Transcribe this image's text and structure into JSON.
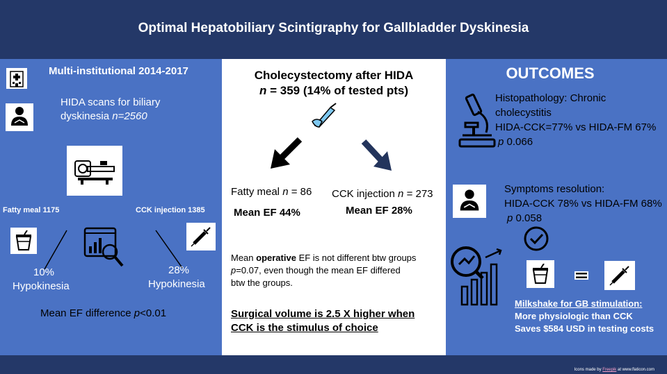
{
  "title": "Optimal Hepatobiliary Scintigraphy for Gallbladder Dyskinesia",
  "left": {
    "heading": "Multi-institutional 2014-2017",
    "scans_line1": "HIDA scans for biliary",
    "scans_line2": "dyskinesia",
    "scans_n": "n=2560",
    "fatty_label": "Fatty meal 1175",
    "cck_label": "CCK injection 1385",
    "fatty_pct": "10%",
    "fatty_hypo": "Hypokinesia",
    "cck_pct": "28%",
    "cck_hypo": "Hypokinesia",
    "diff_prefix": "Mean EF difference ",
    "diff_p": "p",
    "diff_suffix": "<0.01"
  },
  "middle": {
    "heading_line1": "Cholecystectomy after HIDA",
    "heading_n": "n",
    "heading_rest": " = 359 (14% of tested pts)",
    "fatty_prefix": "Fatty meal ",
    "fatty_n": "n",
    "fatty_val": "= 86",
    "cck_prefix": "CCK injection ",
    "cck_n": "n",
    "cck_val": "= 273",
    "fatty_ef": "Mean EF 44%",
    "cck_ef": "Mean EF 28%",
    "note_a": "Mean ",
    "note_b": "operative",
    "note_c": " EF is not different btw groups",
    "note_d": "p",
    "note_e": "=0.07, even though the mean EF differed",
    "note_f": "btw the groups.",
    "surg_line1": "Surgical volume is 2.5 X higher when",
    "surg_line2": "CCK is the stimulus of choice"
  },
  "right": {
    "heading": "OUTCOMES",
    "histo_1": "Histopathology: Chronic",
    "histo_2": "cholecystitis",
    "histo_3": "HIDA-CCK=77% vs HIDA-FM 67%",
    "histo_p": "p",
    "histo_pval": " 0.066",
    "symp_1": "Symptoms resolution:",
    "symp_2": "HIDA-CCK 78% vs HIDA-FM 68%",
    "symp_p": "p",
    "symp_pval": " 0.058",
    "milk_1": "Milkshake  for GB stimulation:",
    "milk_2": "More physiologic than CCK",
    "milk_3": "Saves $584 USD in testing costs"
  },
  "footer": {
    "credit_a": "Icons made by ",
    "credit_b": "Freepik",
    "credit_c": " at www.flaticon.com"
  },
  "colors": {
    "dark_navy": "#243868",
    "panel_blue": "#4a72c4",
    "white": "#ffffff"
  },
  "icons": [
    "hospital-icon",
    "patient-icon",
    "scanner-icon",
    "cup-icon",
    "analytics-icon",
    "syringe-icon",
    "scalpel-hand-icon",
    "arrow-down-left-icon",
    "arrow-down-right-icon",
    "microscope-icon",
    "check-icon",
    "equals-icon",
    "growth-chart-icon"
  ]
}
